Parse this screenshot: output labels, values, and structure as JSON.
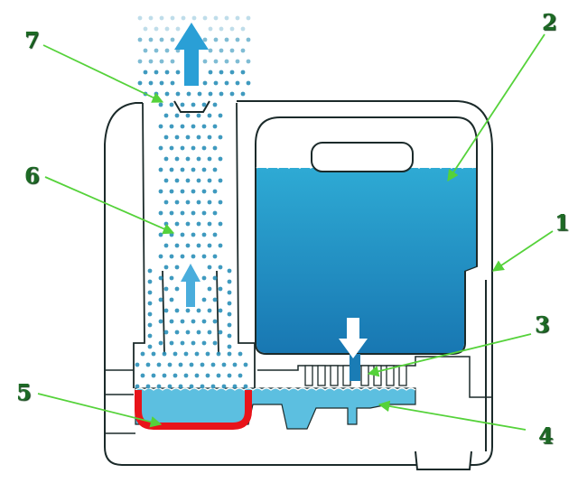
{
  "labels": {
    "l1": "1",
    "l2": "2",
    "l3": "3",
    "l4": "4",
    "l5": "5",
    "l6": "6",
    "l7": "7"
  },
  "colors": {
    "water": "#2aa3d0",
    "water_dark": "#1a7cb5",
    "dots": "#2a8fb8",
    "heater": "#e8141a",
    "pointer": "#55d23a",
    "outline": "#1b2a2a",
    "label": "#1d6a25"
  }
}
